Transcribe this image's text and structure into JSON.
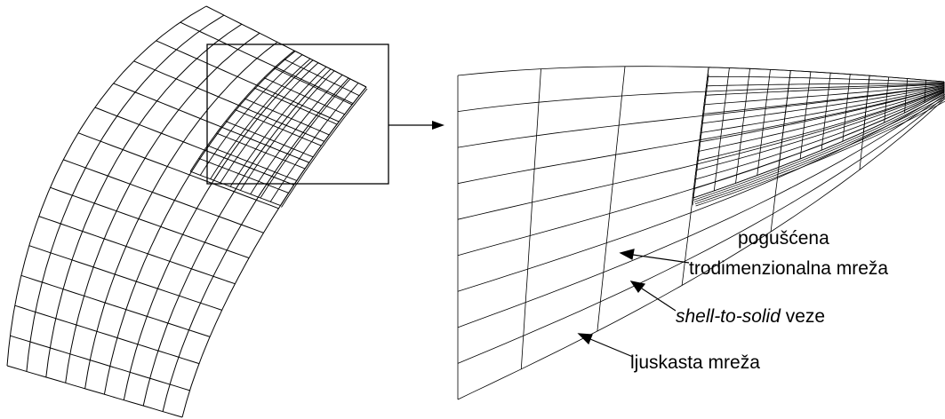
{
  "labels": {
    "dense_mesh_line1": "pogušćena",
    "dense_mesh_line2": "trodimenzionalna mreža",
    "connections_italic": "shell-to-solid",
    "connections_rest": " veze",
    "shell_mesh": "ljuskasta mreža"
  },
  "colors": {
    "line": "#000000",
    "background": "#ffffff"
  }
}
